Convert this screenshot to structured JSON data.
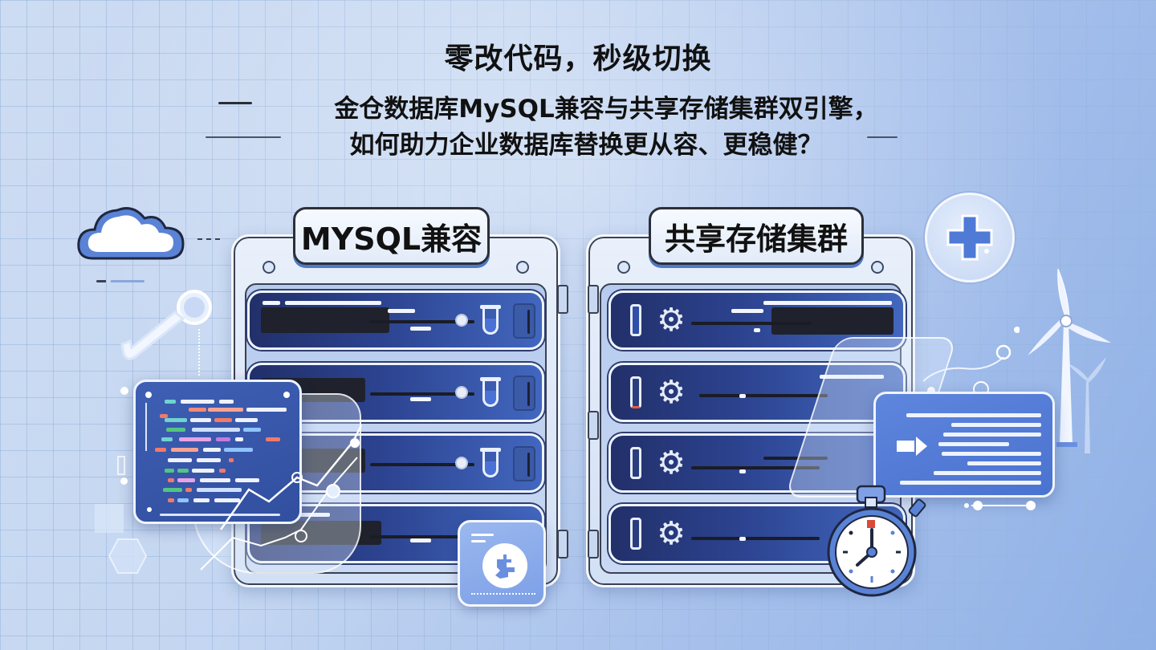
{
  "header": {
    "title": "零改代码，秒级切换",
    "subtitle_line1": "金仓数据库MySQL兼容与共享存储集群双引擎，",
    "subtitle_line2": "如何助力企业数据库替换更从容、更稳健？"
  },
  "panels": [
    {
      "label": "MYSQL兼容",
      "slot_count": 4,
      "slot_icon": "test-tube-icon"
    },
    {
      "label": "共享存储集群",
      "slot_count": 4,
      "slot_icon": "gear-icon"
    }
  ],
  "decorations": {
    "left": [
      "cloud-icon",
      "wrench-icon",
      "code-window",
      "growth-chart",
      "hexagon-icon"
    ],
    "right": [
      "plus-icon",
      "wind-turbine-icon",
      "message-card",
      "stopwatch-icon"
    ],
    "center_bottom": [
      "database-badge-icon"
    ]
  },
  "colors": {
    "background": "#c4d6f1",
    "grid_line": "#96b4dc",
    "slot_dark": "#22306a",
    "slot_blue": "#4267bf",
    "accent_blue": "#4f79c9",
    "text": "#111111",
    "stopwatch_red": "#d94a3a"
  }
}
